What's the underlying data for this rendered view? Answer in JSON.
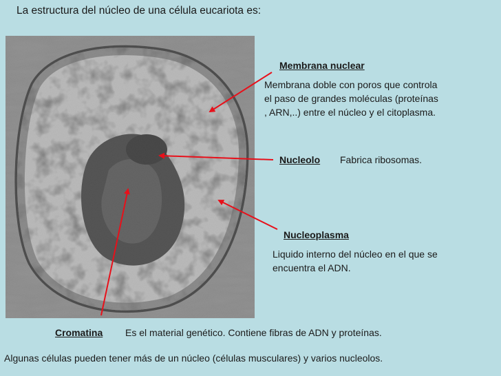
{
  "title": "La estructura del núcleo de una célula eucariota es:",
  "labels": {
    "membrana": {
      "term": "Membrana nuclear",
      "desc_lines": [
        "Membrana doble con poros que controla",
        "el paso de grandes moléculas (proteínas",
        ", ARN,..) entre el núcleo y el citoplasma."
      ]
    },
    "nucleolo": {
      "term": "Nucleolo",
      "desc": "Fabrica ribosomas."
    },
    "nucleoplasma": {
      "term": "Nucleoplasma",
      "desc_lines": [
        "Liquido interno del núcleo en el que se",
        "encuentra el ADN."
      ]
    },
    "cromatina": {
      "term": "Cromatina",
      "desc": "Es el material genético. Contiene fibras de ADN y proteínas."
    }
  },
  "footer": "Algunas células pueden tener más de un núcleo (células musculares) y varios nucleolos.",
  "colors": {
    "background": "#b9dde3",
    "arrow": "#e8101a",
    "text": "#1a1a1a"
  }
}
